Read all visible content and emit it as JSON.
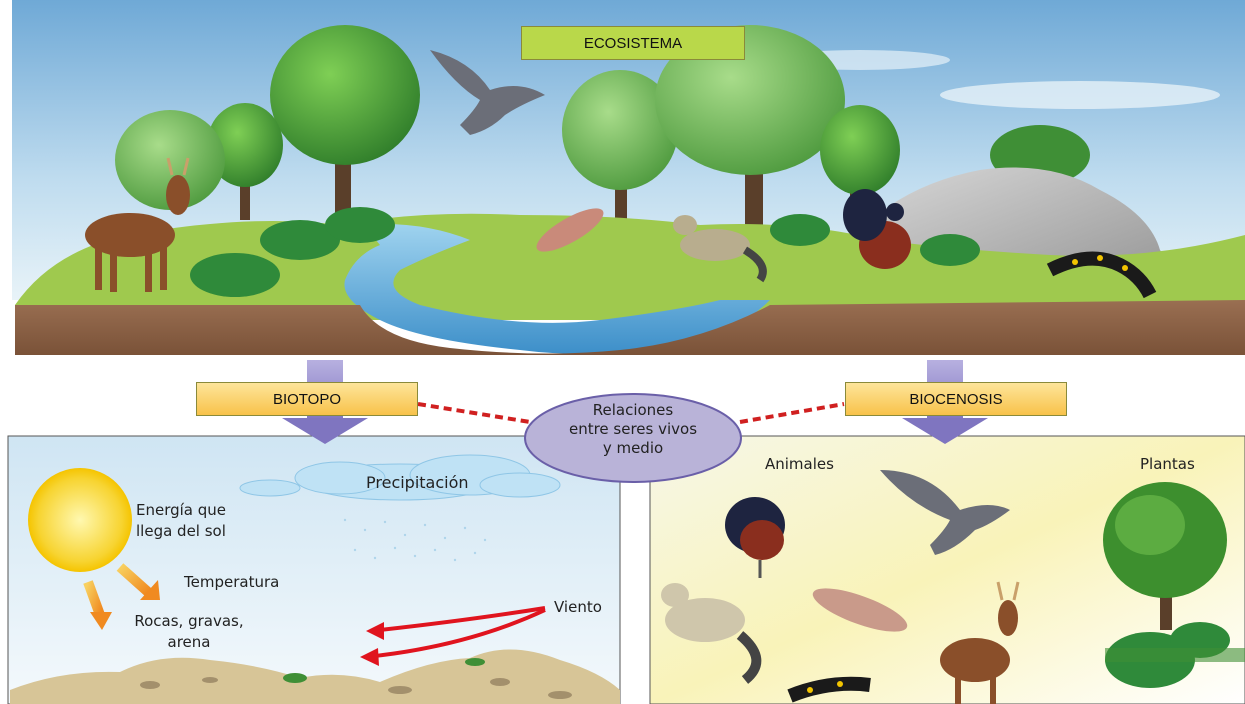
{
  "title": "ECOSISTEMA",
  "biotopo": {
    "label": "BIOTOPO",
    "items": {
      "precipitacion": "Precipitación",
      "energia_line1": "Energía que",
      "energia_line2": "llega del sol",
      "temperatura": "Temperatura",
      "rocas_line1": "Rocas, gravas,",
      "rocas_line2": "arena",
      "viento": "Viento"
    }
  },
  "biocenosis": {
    "label": "BIOCENOSIS",
    "animales": "Animales",
    "plantas": "Plantas"
  },
  "relaciones": {
    "line1": "Relaciones",
    "line2": "entre seres vivos",
    "line3": "y medio"
  },
  "colors": {
    "title_box": "#b9d84a",
    "label_box": "#fbd36a",
    "ellipse": "#b9b3d8",
    "arrow": "#8e85c8",
    "dash": "#d02020",
    "wind": "#e0141e"
  }
}
